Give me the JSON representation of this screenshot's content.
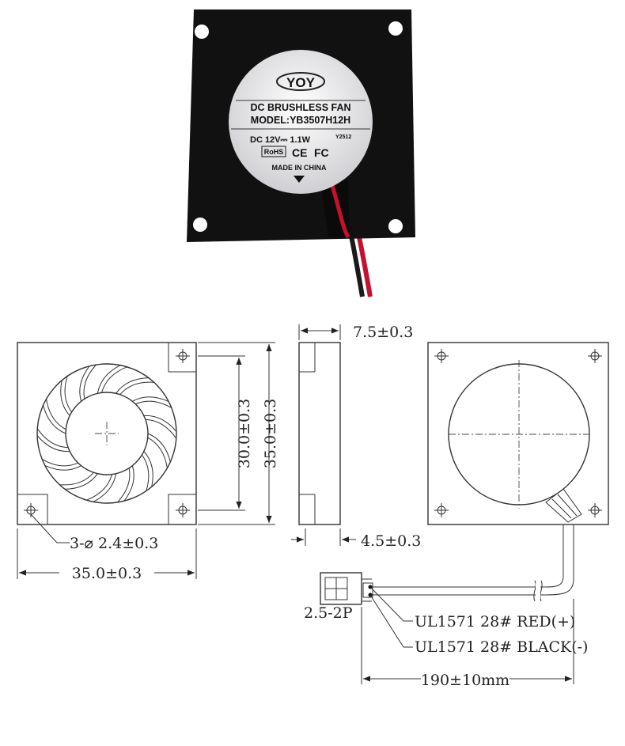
{
  "product_label": {
    "brand": "YOY",
    "title": "DC BRUSHLESS FAN",
    "model": "MODEL:YB3507H12H",
    "rating": "DC 12V⎓ 1.1W",
    "code": "Y2512",
    "cert_rohs": "RoHS",
    "cert_ce": "CE",
    "cert_fc": "FC",
    "origin": "MADE IN CHINA"
  },
  "dimensions": {
    "thickness": "7.5±0.3",
    "inner": "30.0±0.3",
    "outer_v": "35.0±0.3",
    "holes": "3-⌀ 2.4±0.3",
    "width": "35.0±0.3",
    "depth": "4.5±0.3",
    "connector": "2.5-2P",
    "wire_red": "UL1571 28# RED(+)",
    "wire_black": "UL1571 28# BLACK(-)",
    "cable_length": "190±10mm"
  },
  "colors": {
    "housing": "#111111",
    "wire_red": "#c8102e",
    "wire_black": "#1a1a1a",
    "line": "#333333"
  }
}
